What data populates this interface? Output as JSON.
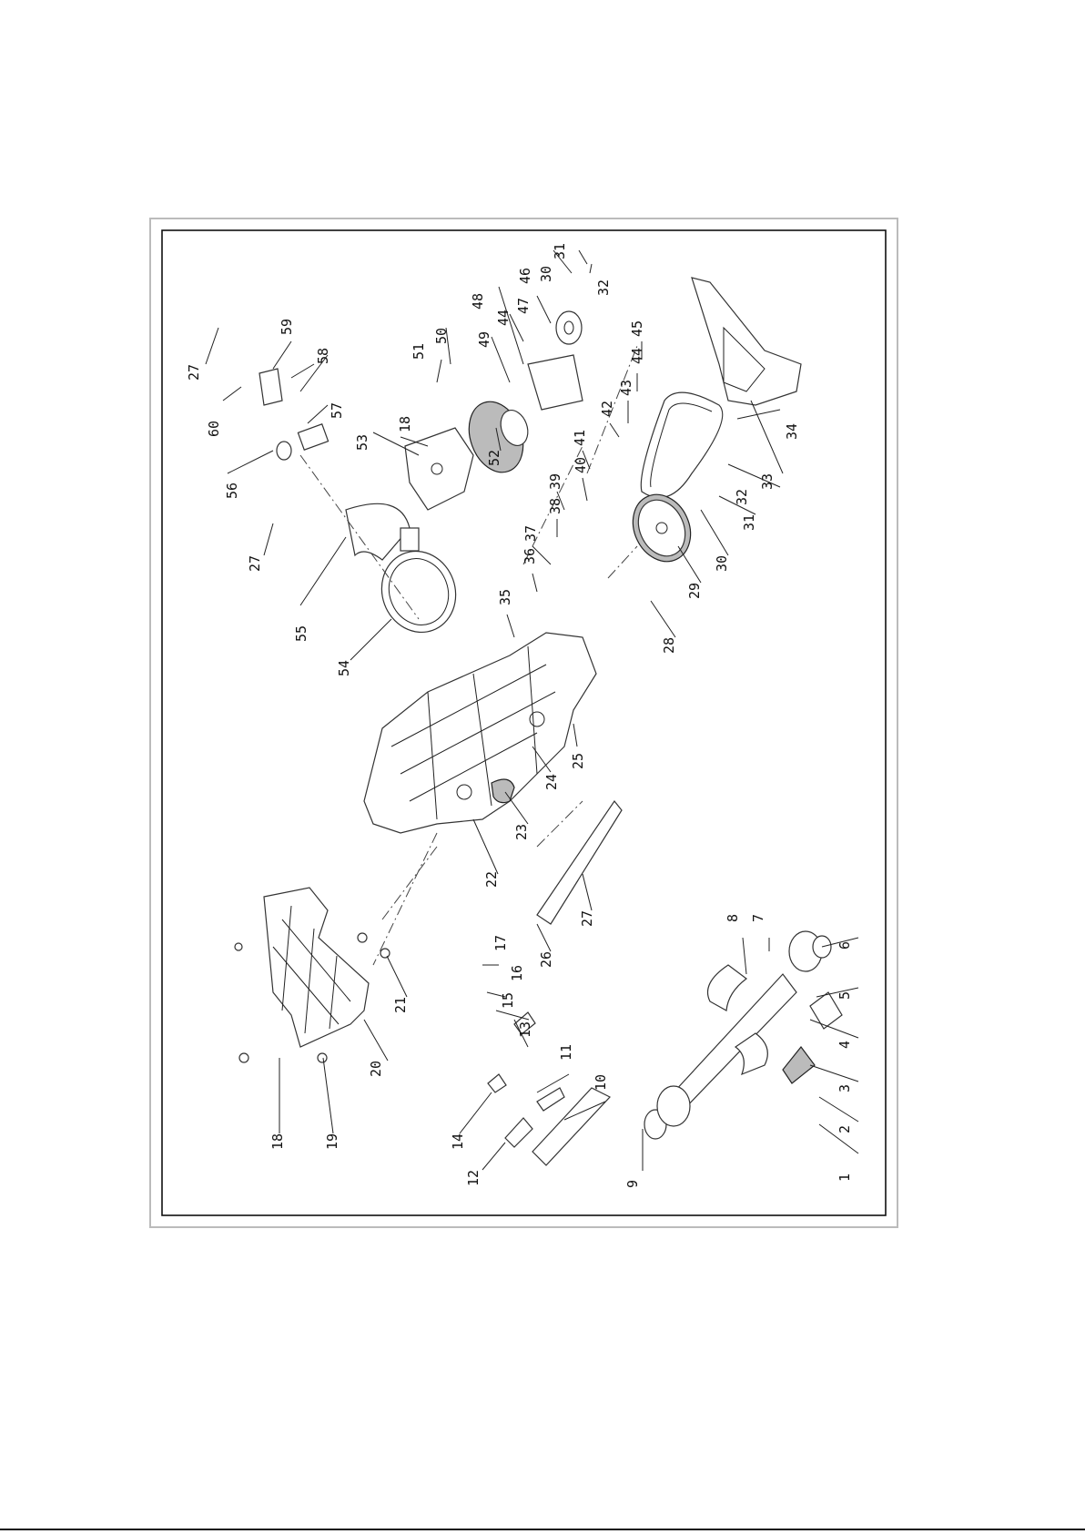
{
  "document": {
    "type": "exploded-parts-diagram",
    "part_labels": [
      "1",
      "2",
      "3",
      "4",
      "5",
      "6",
      "7",
      "8",
      "9",
      "10",
      "11",
      "12",
      "13",
      "14",
      "15",
      "16",
      "17",
      "18",
      "19",
      "20",
      "21",
      "22",
      "23",
      "24",
      "25",
      "26",
      "27",
      "28",
      "29",
      "30",
      "31",
      "32",
      "33",
      "34",
      "35",
      "36",
      "37",
      "38",
      "39",
      "40",
      "41",
      "42",
      "43",
      "44",
      "45",
      "46",
      "47",
      "48",
      "49",
      "50",
      "51",
      "52",
      "53",
      "54",
      "55",
      "56",
      "57",
      "58",
      "59",
      "60"
    ],
    "callouts": [
      {
        "id": "c1",
        "text": "1"
      },
      {
        "id": "c2",
        "text": "2"
      },
      {
        "id": "c3",
        "text": "3"
      },
      {
        "id": "c4",
        "text": "4"
      },
      {
        "id": "c5",
        "text": "5"
      },
      {
        "id": "c6",
        "text": "6"
      },
      {
        "id": "c7",
        "text": "7"
      },
      {
        "id": "c8",
        "text": "8"
      },
      {
        "id": "c9",
        "text": "9"
      },
      {
        "id": "c10",
        "text": "10"
      },
      {
        "id": "c11",
        "text": "11"
      },
      {
        "id": "c12",
        "text": "12"
      },
      {
        "id": "c13",
        "text": "13"
      },
      {
        "id": "c14",
        "text": "14"
      },
      {
        "id": "c15",
        "text": "15"
      },
      {
        "id": "c16",
        "text": "16"
      },
      {
        "id": "c17",
        "text": "17"
      },
      {
        "id": "c18a",
        "text": "18"
      },
      {
        "id": "c18b",
        "text": "18"
      },
      {
        "id": "c19",
        "text": "19"
      },
      {
        "id": "c20",
        "text": "20"
      },
      {
        "id": "c21",
        "text": "21"
      },
      {
        "id": "c22",
        "text": "22"
      },
      {
        "id": "c23",
        "text": "23"
      },
      {
        "id": "c24",
        "text": "24"
      },
      {
        "id": "c25",
        "text": "25"
      },
      {
        "id": "c26",
        "text": "26"
      },
      {
        "id": "c27a",
        "text": "27"
      },
      {
        "id": "c27b",
        "text": "27"
      },
      {
        "id": "c27c",
        "text": "27"
      },
      {
        "id": "c28",
        "text": "28"
      },
      {
        "id": "c29",
        "text": "29"
      },
      {
        "id": "c30a",
        "text": "30"
      },
      {
        "id": "c30b",
        "text": "30"
      },
      {
        "id": "c31a",
        "text": "31"
      },
      {
        "id": "c31b",
        "text": "31"
      },
      {
        "id": "c32a",
        "text": "32"
      },
      {
        "id": "c32b",
        "text": "32"
      },
      {
        "id": "c33",
        "text": "33"
      },
      {
        "id": "c34",
        "text": "34"
      },
      {
        "id": "c35",
        "text": "35"
      },
      {
        "id": "c36",
        "text": "36"
      },
      {
        "id": "c37",
        "text": "37"
      },
      {
        "id": "c38",
        "text": "38"
      },
      {
        "id": "c39",
        "text": "39"
      },
      {
        "id": "c40",
        "text": "40"
      },
      {
        "id": "c41",
        "text": "41"
      },
      {
        "id": "c42",
        "text": "42"
      },
      {
        "id": "c43",
        "text": "43"
      },
      {
        "id": "c44a",
        "text": "44"
      },
      {
        "id": "c44b",
        "text": "44"
      },
      {
        "id": "c45",
        "text": "45"
      },
      {
        "id": "c46",
        "text": "46"
      },
      {
        "id": "c47",
        "text": "47"
      },
      {
        "id": "c48",
        "text": "48"
      },
      {
        "id": "c49",
        "text": "49"
      },
      {
        "id": "c50",
        "text": "50"
      },
      {
        "id": "c51",
        "text": "51"
      },
      {
        "id": "c52",
        "text": "52"
      },
      {
        "id": "c53",
        "text": "53"
      },
      {
        "id": "c54",
        "text": "54"
      },
      {
        "id": "c55",
        "text": "55"
      },
      {
        "id": "c56",
        "text": "56"
      },
      {
        "id": "c57",
        "text": "57"
      },
      {
        "id": "c58",
        "text": "58"
      },
      {
        "id": "c59",
        "text": "59"
      },
      {
        "id": "c60",
        "text": "60"
      }
    ]
  }
}
